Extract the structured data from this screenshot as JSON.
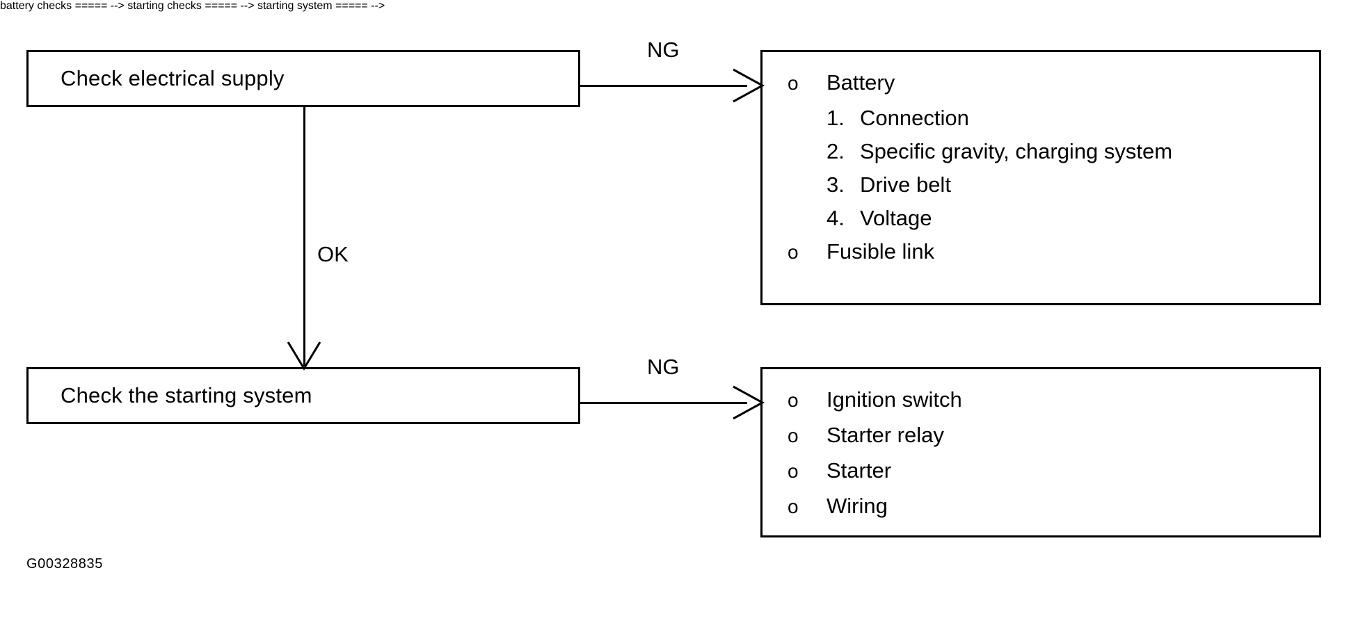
{
  "figure": {
    "id_caption": "G00328835",
    "background_color": "#ffffff",
    "line_color": "#000000"
  },
  "nodes": {
    "check_electrical_supply": {
      "label": "Check electrical supply"
    },
    "check_starting_system": {
      "label": "Check the starting system"
    }
  },
  "edges": {
    "electrical_to_battery_checks": {
      "label": "NG",
      "direction": "right",
      "arrowhead": "open-v"
    },
    "electrical_to_starting": {
      "label": "OK",
      "direction": "down",
      "arrowhead": "open-v"
    },
    "starting_to_starting_checks": {
      "label": "NG",
      "direction": "right",
      "arrowhead": "open-v"
    }
  },
  "result_boxes": {
    "battery_checks": {
      "items": [
        {
          "marker": "o",
          "text": "Battery",
          "sub_items": [
            {
              "marker": "1.",
              "text": "Connection"
            },
            {
              "marker": "2.",
              "text": "Specific gravity, charging system"
            },
            {
              "marker": "3.",
              "text": "Drive belt"
            },
            {
              "marker": "4.",
              "text": "Voltage"
            }
          ]
        },
        {
          "marker": "o",
          "text": "Fusible link",
          "sub_items": []
        }
      ]
    },
    "starting_checks": {
      "items": [
        {
          "marker": "o",
          "text": "Ignition switch",
          "sub_items": []
        },
        {
          "marker": "o",
          "text": "Starter relay",
          "sub_items": []
        },
        {
          "marker": "o",
          "text": "Starter",
          "sub_items": []
        },
        {
          "marker": "o",
          "text": "Wiring",
          "sub_items": []
        }
      ]
    }
  }
}
